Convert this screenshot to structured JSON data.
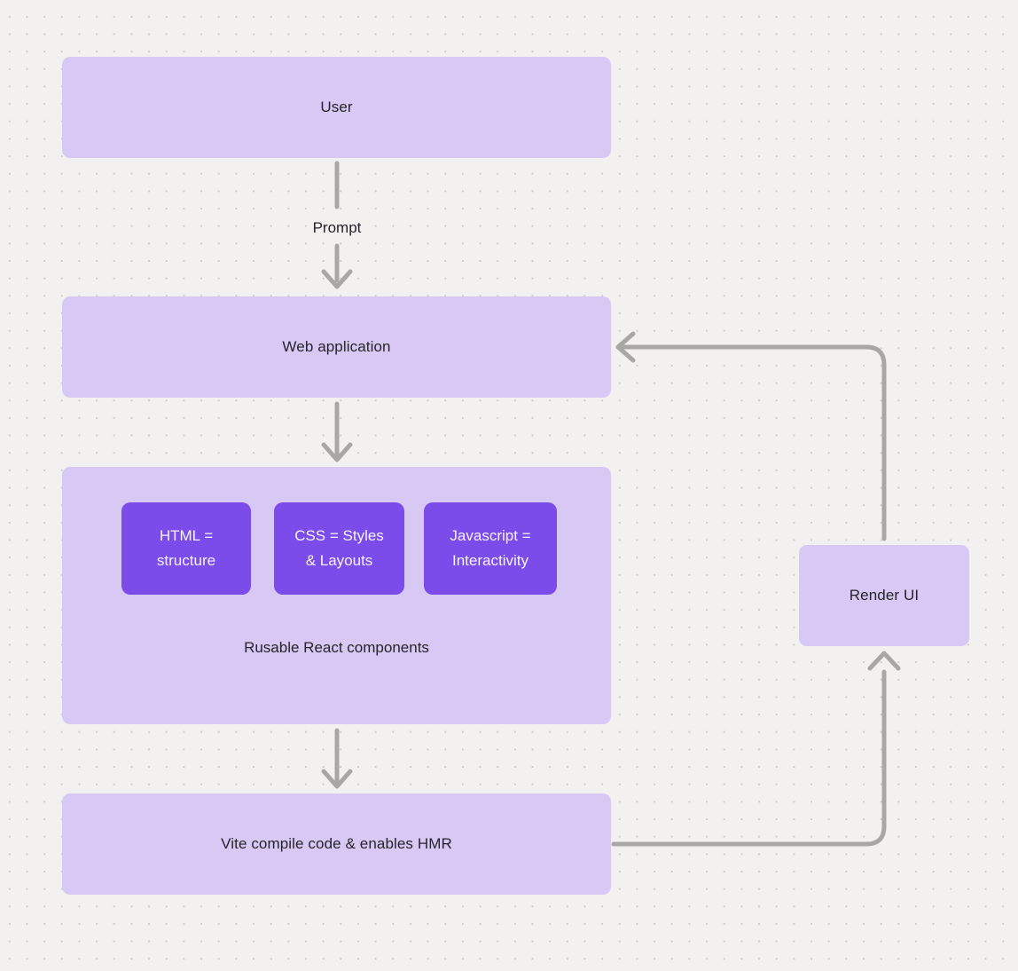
{
  "diagram": {
    "nodes": {
      "user": {
        "label": "User"
      },
      "web_application": {
        "label": "Web application"
      },
      "components_group": {
        "chips": [
          {
            "line1": "HTML =",
            "line2": "structure"
          },
          {
            "line1": "CSS = Styles",
            "line2": "& Layouts"
          },
          {
            "line1": "Javascript =",
            "line2": "Interactivity"
          }
        ],
        "caption": "Rusable React components"
      },
      "vite": {
        "label": "Vite compile code & enables HMR"
      },
      "render_ui": {
        "label": "Render UI"
      }
    },
    "edge_labels": {
      "prompt": "Prompt"
    },
    "edges": [
      "user -> web_application (label: Prompt)",
      "web_application -> components_group",
      "components_group -> vite",
      "vite -> render_ui",
      "render_ui -> web_application"
    ],
    "colors": {
      "background": "#f2f1ef",
      "grid_dot": "#cdcac7",
      "node_fill": "#d7c9f4",
      "chip_fill": "#7c4cea",
      "chip_text": "#f6f2fe",
      "arrow": "#a9a7a4",
      "text": "#27242b"
    }
  }
}
